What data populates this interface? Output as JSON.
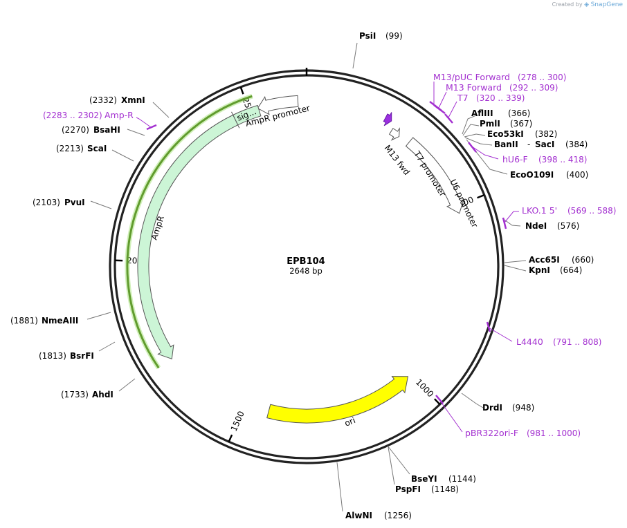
{
  "credit": {
    "prefix": "Created by",
    "brand": "SnapGene"
  },
  "plasmid": {
    "name": "EPB104",
    "length_label": "2648 bp",
    "length": 2648
  },
  "ticks": [
    {
      "pos": 500,
      "label": "500"
    },
    {
      "pos": 1000,
      "label": "1000"
    },
    {
      "pos": 1500,
      "label": "1500"
    },
    {
      "pos": 2000,
      "label": "2000"
    },
    {
      "pos": 2500,
      "label": "2500"
    }
  ],
  "sites": [
    {
      "name": "PsiI",
      "pos": "(99)"
    },
    {
      "name": "AflIII",
      "pos": "(366)"
    },
    {
      "name": "PmlI",
      "pos": "(367)"
    },
    {
      "name": "Eco53kI",
      "pos": "(382)"
    },
    {
      "name": "BanII",
      "sep": "-",
      "name2": "SacI",
      "pos": "(384)"
    },
    {
      "name": "EcoO109I",
      "pos": "(400)"
    },
    {
      "name": "NdeI",
      "pos": "(576)"
    },
    {
      "name": "Acc65I",
      "pos": "(660)"
    },
    {
      "name": "KpnI",
      "pos": "(664)"
    },
    {
      "name": "DrdI",
      "pos": "(948)"
    },
    {
      "name": "BseYI",
      "pos": "(1144)"
    },
    {
      "name": "PspFI",
      "pos": "(1148)"
    },
    {
      "name": "AlwNI",
      "pos": "(1256)"
    },
    {
      "name": "AhdI",
      "pos": "(1733)"
    },
    {
      "name": "BsrFI",
      "pos": "(1813)"
    },
    {
      "name": "NmeAIII",
      "pos": "(1881)"
    },
    {
      "name": "PvuI",
      "pos": "(2103)"
    },
    {
      "name": "ScaI",
      "pos": "(2213)"
    },
    {
      "name": "BsaHI",
      "pos": "(2270)"
    },
    {
      "name": "XmnI",
      "pos": "(2332)"
    }
  ],
  "primers": [
    {
      "name": "M13/pUC Forward",
      "pos": "(278 .. 300)"
    },
    {
      "name": "M13 Forward",
      "pos": "(292 .. 309)"
    },
    {
      "name": "T7",
      "pos": "(320 .. 339)"
    },
    {
      "name": "hU6-F",
      "pos": "(398 .. 418)"
    },
    {
      "name": "LKO.1 5'",
      "pos": "(569 .. 588)"
    },
    {
      "name": "L4440",
      "pos": "(791 .. 808)"
    },
    {
      "name": "pBR322ori-F",
      "pos": "(981 .. 1000)"
    },
    {
      "name": "Amp-R",
      "pos": "(2283 .. 2302)"
    }
  ],
  "features": [
    {
      "name": "AmpR promoter",
      "color": "#ffffff"
    },
    {
      "name": "sig…",
      "color": "#ccf5d6"
    },
    {
      "name": "AmpR",
      "color": "#ccf5d6"
    },
    {
      "name": "ori",
      "color": "#ffff00"
    },
    {
      "name": "M13 fwd",
      "color": "#9b30e0"
    },
    {
      "name": "T7 promoter",
      "color": "#ffffff"
    },
    {
      "name": "U6 promoter",
      "color": "#ffffff"
    }
  ],
  "colors": {
    "site": "#000000",
    "primer": "#a330d0",
    "orf_highlight": "#336600"
  }
}
